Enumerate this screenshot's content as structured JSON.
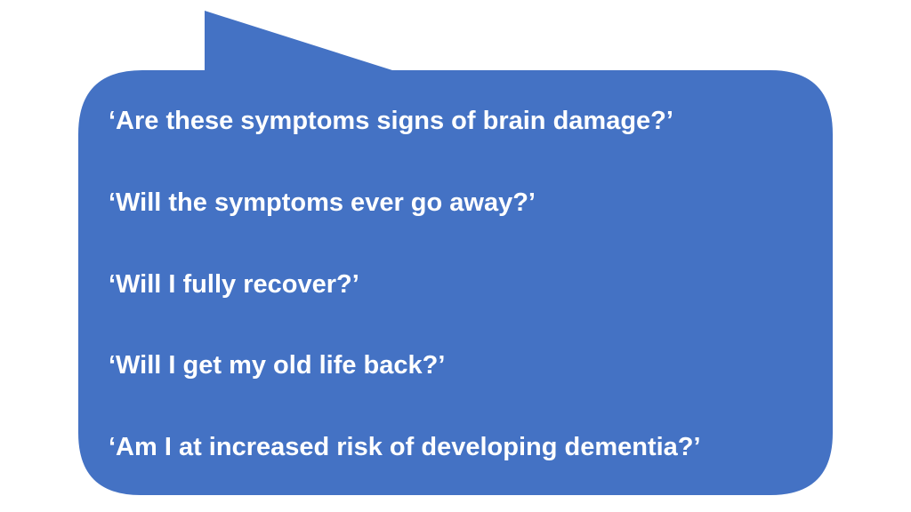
{
  "colors": {
    "bubble": "#4472C4",
    "text": "#FFFFFF"
  },
  "questions": [
    "‘Are these symptoms signs of brain damage?’",
    "‘Will the symptoms ever go away?’",
    "‘Will I fully recover?’",
    "‘Will I get my old life back?’",
    "‘Am I at increased risk of developing dementia?’"
  ]
}
